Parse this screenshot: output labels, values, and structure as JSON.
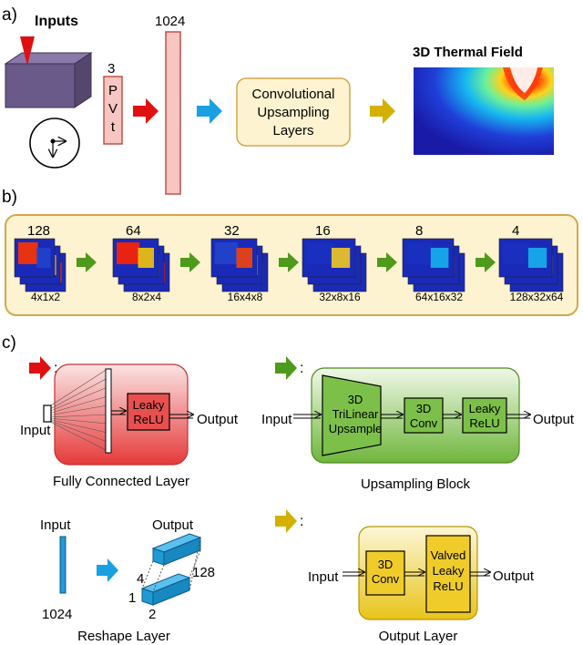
{
  "section_a": {
    "panel_label": "a)",
    "inputs_title": "Inputs",
    "input_vector_dim": "3",
    "input_vector_entries": [
      "P",
      "V",
      "t"
    ],
    "dense_dim": "1024",
    "conv_block_lines": [
      "Convolutional",
      "Upsampling",
      "Layers"
    ],
    "output_title": "3D Thermal Field"
  },
  "section_b": {
    "panel_label": "b)",
    "stages": [
      {
        "channels": "128",
        "size": "4x1x2"
      },
      {
        "channels": "64",
        "size": "8x2x4"
      },
      {
        "channels": "32",
        "size": "16x4x8"
      },
      {
        "channels": "16",
        "size": "32x8x16"
      },
      {
        "channels": "8",
        "size": "64x16x32"
      },
      {
        "channels": "4",
        "size": "128x32x64"
      }
    ]
  },
  "section_c": {
    "panel_label": "c)",
    "colon": ":",
    "fc": {
      "input": "Input",
      "act_lines": [
        "Leaky",
        "ReLU"
      ],
      "output": "Output",
      "caption": "Fully Connected Layer"
    },
    "upsampling": {
      "input": "Input",
      "trilinear_lines": [
        "3D",
        "TriLinear",
        "Upsample"
      ],
      "conv_lines": [
        "3D",
        "Conv"
      ],
      "act_lines": [
        "Leaky",
        "ReLU"
      ],
      "output": "Output",
      "caption": "Upsampling Block"
    },
    "reshape": {
      "input": "Input",
      "input_dim": "1024",
      "output": "Output",
      "dims": [
        "128",
        "4",
        "1",
        "2"
      ],
      "caption": "Reshape Layer"
    },
    "output_layer": {
      "input": "Input",
      "conv_lines": [
        "3D",
        "Conv"
      ],
      "act_lines": [
        "Valved",
        "Leaky",
        "ReLU"
      ],
      "output": "Output",
      "caption": "Output Layer"
    }
  },
  "colors": {
    "red_arrow": "#e01010",
    "blue_arrow": "#1aa0e0",
    "yellow_arrow": "#d4b000",
    "green_arrow": "#4e9a1c",
    "fc_panel": "#e83c3c",
    "upsample_panel": "#6db33f",
    "output_panel": "#e8c51c",
    "conv_box_fill": "#fdf3d0",
    "conv_box_stroke": "#d4a84a",
    "dense_fill": "#f7c6c0",
    "dense_stroke": "#c0504d",
    "reshape_blue": "#1f9ad6",
    "stage_panel_fill": "#fdf3d0",
    "stage_panel_stroke": "#d4a84a"
  }
}
